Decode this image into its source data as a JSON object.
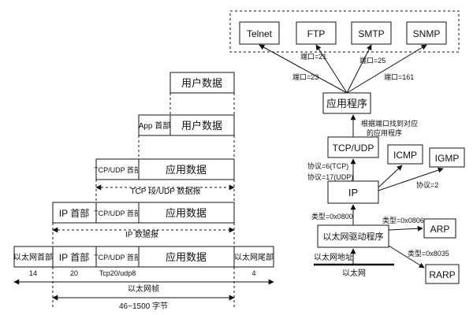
{
  "encapsulation": {
    "row1": {
      "user_data": "用户数据"
    },
    "row2": {
      "app_header": "App 首部",
      "user_data": "用户数据"
    },
    "row3": {
      "tcpudp_header": "TCP/UDP 首部",
      "app_data": "应用数据",
      "label": "TCP 段/UDP 数据报"
    },
    "row4": {
      "ip_header": "IP 首部",
      "tcpudp_header": "TCP/UDP 首部",
      "app_data": "应用数据",
      "label": "IP 数据报"
    },
    "row5": {
      "eth_header": "以太网首部",
      "ip_header": "IP 首部",
      "tcpudp_header": "TCP/UDP 首部",
      "app_data": "应用数据",
      "eth_trailer": "以太网尾部"
    },
    "sizes": {
      "eth_header": "14",
      "ip_header": "20",
      "tcpudp": "Tcp20/udp8",
      "trailer": "4"
    },
    "frame_label": "以太网帧",
    "payload_range": "46~1500 字节"
  },
  "stack": {
    "apps": [
      "Telnet",
      "FTP",
      "SMTP",
      "SNMP"
    ],
    "ports": {
      "telnet": "端口=23",
      "ftp": "端口=21",
      "smtp": "端口=25",
      "snmp": "端口=161"
    },
    "application": "应用程序",
    "port_lookup": [
      "根据端口找到对应",
      "的应用程序"
    ],
    "tcpudp": "TCP/UDP",
    "icmp": "ICMP",
    "igmp": "IGMP",
    "ip": "IP",
    "proto_tcp": "协议=6(TCP)",
    "proto_udp": "协议=17(UDP)",
    "proto_igmp": "协议=2",
    "driver": "以太网驱动程序",
    "type_ip": "类型=0x0800",
    "type_arp": "类型=0x0806",
    "type_rarp": "类型=0x8035",
    "arp": "ARP",
    "rarp": "RARP",
    "eth_address": "以太网地址",
    "ethernet": "以太网"
  }
}
